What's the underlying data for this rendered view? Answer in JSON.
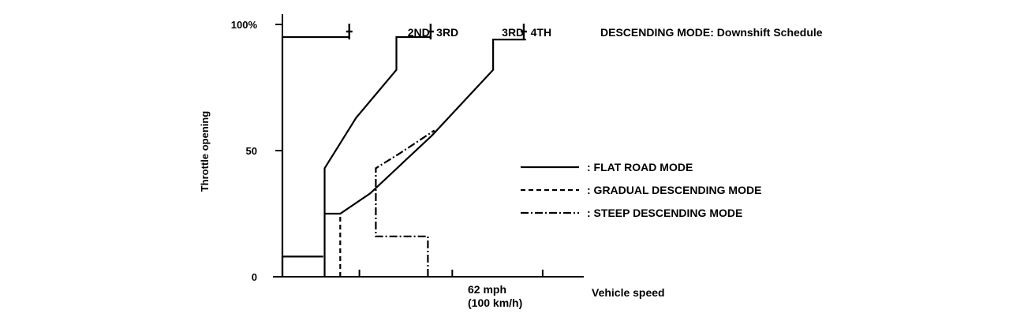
{
  "chart_data": {
    "type": "line",
    "title": "DESCENDING MODE: Downshift Schedule",
    "xlabel": "Vehicle speed",
    "ylabel": "Throttle opening",
    "ylim": [
      0,
      100
    ],
    "xlim": [
      0,
      110
    ],
    "y_ticks": [
      {
        "value": 0,
        "label": "0"
      },
      {
        "value": 50,
        "label": "50"
      },
      {
        "value": 100,
        "label": "100%"
      }
    ],
    "x_ticks": [
      {
        "value": 28.1
      },
      {
        "value": 62,
        "label": "62 mph",
        "sublabel": "(100 km/h)"
      },
      {
        "value": 95
      }
    ],
    "shift_labels": [
      {
        "x": 8.2,
        "text": ""
      },
      {
        "x": 45.7,
        "text": "2ND"
      },
      {
        "x": 56.2,
        "text": "3RD"
      },
      {
        "x": 80.1,
        "text": "3RD"
      },
      {
        "x": 90.6,
        "text": "4TH"
      }
    ],
    "shift_markers": [
      24.4,
      54.1,
      88.1
    ],
    "series": [
      {
        "name": "FLAT ROAD MODE",
        "style": "solid",
        "points": [
          [
            0,
            0
          ],
          [
            0,
            95
          ],
          [
            24.7,
            95
          ]
        ]
      },
      {
        "name": "FLAT ROAD MODE",
        "style": "solid",
        "points": [
          [
            0,
            0
          ],
          [
            0,
            8
          ],
          [
            14.9,
            8
          ]
        ]
      },
      {
        "name": "FLAT ROAD MODE",
        "style": "solid",
        "points": [
          [
            15.4,
            0
          ],
          [
            15.4,
            43
          ],
          [
            26.9,
            63
          ],
          [
            41.6,
            82
          ],
          [
            41.6,
            95
          ],
          [
            54.3,
            95
          ]
        ]
      },
      {
        "name": "FLAT ROAD MODE",
        "style": "solid",
        "points": [
          [
            15.4,
            25
          ],
          [
            21.1,
            25
          ],
          [
            32,
            33
          ],
          [
            54.6,
            56
          ],
          [
            76.9,
            82
          ],
          [
            76.9,
            94
          ],
          [
            88.9,
            94
          ]
        ]
      },
      {
        "name": "GRADUAL DESCENDING MODE",
        "style": "dashed",
        "points": [
          [
            21.1,
            0
          ],
          [
            21.1,
            25
          ]
        ]
      },
      {
        "name": "STEEP DESCENDING MODE",
        "style": "dashdot",
        "points": [
          [
            53.1,
            0
          ],
          [
            53.1,
            16
          ],
          [
            34.1,
            16
          ],
          [
            34.1,
            43
          ],
          [
            43,
            49
          ],
          [
            55.5,
            58
          ]
        ]
      }
    ],
    "legend": {
      "position": "right",
      "entries": [
        {
          "style": "solid",
          "label": ": FLAT ROAD MODE"
        },
        {
          "style": "dashed",
          "label": ": GRADUAL DESCENDING MODE"
        },
        {
          "style": "dashdot",
          "label": ": STEEP DESCENDING MODE"
        }
      ]
    }
  }
}
